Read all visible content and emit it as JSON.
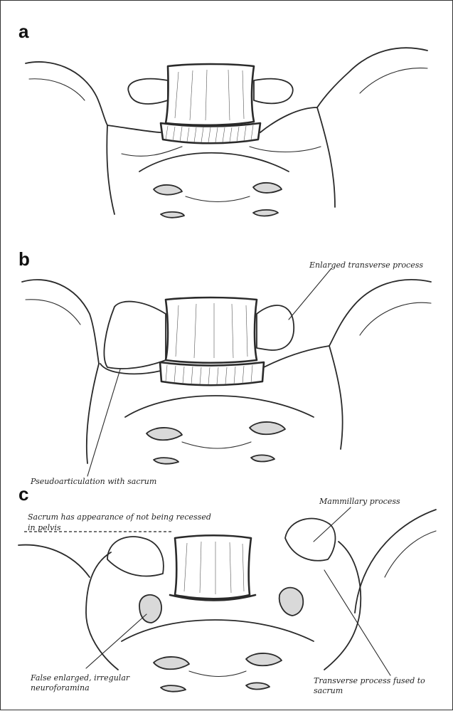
{
  "panels": [
    {
      "letter": "a"
    },
    {
      "letter": "b"
    },
    {
      "letter": "c"
    }
  ],
  "labels": {
    "enlarged_transverse": "Enlarged transverse process",
    "pseudoarticulation": "Pseudoarticulation with sacrum",
    "mammillary": "Mammillary process",
    "sacrum_recessed_line1": "Sacrum has appearance of not being recessed",
    "sacrum_recessed_line2": "in pelvis",
    "false_enlarged_line1": "False enlarged, irregular",
    "false_enlarged_line2": "neuroforamina",
    "transverse_fused_line1": "Transverse process fused to",
    "transverse_fused_line2": "sacrum"
  }
}
